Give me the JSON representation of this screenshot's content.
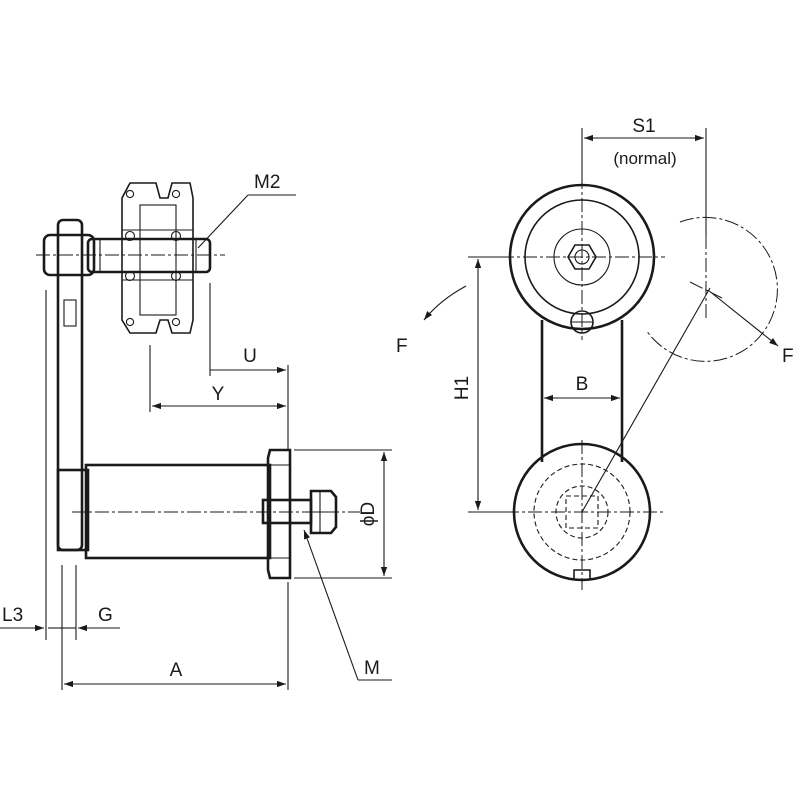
{
  "labels": {
    "m2": "M2",
    "u": "U",
    "y": "Y",
    "l3": "L3",
    "g": "G",
    "a": "A",
    "m": "M",
    "phi_d": "ϕD",
    "s1": "S1",
    "normal": "(normal)",
    "h1": "H1",
    "b": "B",
    "f_left": "F",
    "f_right": "F"
  }
}
